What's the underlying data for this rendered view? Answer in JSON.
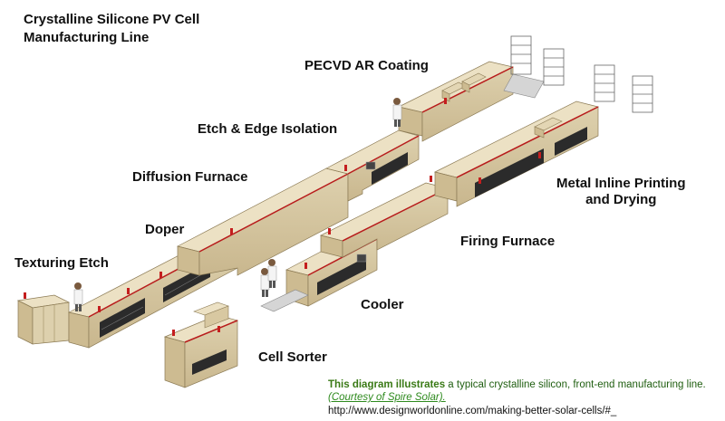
{
  "title_line1": "Crystalline Silicone PV Cell",
  "title_line2": "Manufacturing Line",
  "stations": {
    "texturing_etch": "Texturing Etch",
    "doper": "Doper",
    "diffusion_furnace": "Diffusion Furnace",
    "etch_edge_isolation": "Etch & Edge Isolation",
    "pecvd_ar_coating": "PECVD AR Coating",
    "metal_inline_printing_1": "Metal Inline Printing",
    "metal_inline_printing_2": "and Drying",
    "firing_furnace": "Firing Furnace",
    "cooler": "Cooler",
    "cell_sorter": "Cell Sorter"
  },
  "caption": {
    "bold": "This diagram illustrates",
    "text": " a typical crystalline silicon, front-end manufacturing line.",
    "credit": "(Courtesy of Spire Solar)."
  },
  "url": "http://www.designworldonline.com/making-better-solar-cells/#_",
  "colors": {
    "machine_top": "#ece1c4",
    "machine_side": "#d8c8a1",
    "machine_dark": "#b8a67c",
    "red_trim": "#b81c1c",
    "window": "#2b2b2b"
  }
}
